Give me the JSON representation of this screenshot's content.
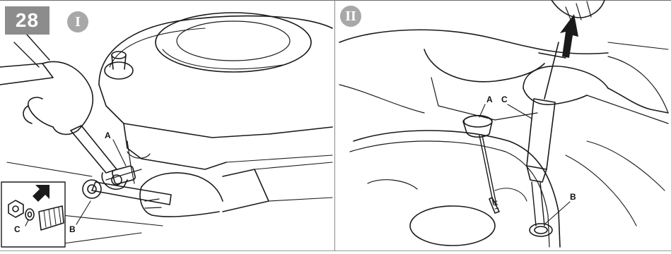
{
  "step_number": "28",
  "panels": [
    {
      "numeral": "I",
      "callouts": [
        "A",
        "B",
        "C"
      ]
    },
    {
      "numeral": "II",
      "callouts": [
        "A",
        "C",
        "B"
      ]
    }
  ]
}
